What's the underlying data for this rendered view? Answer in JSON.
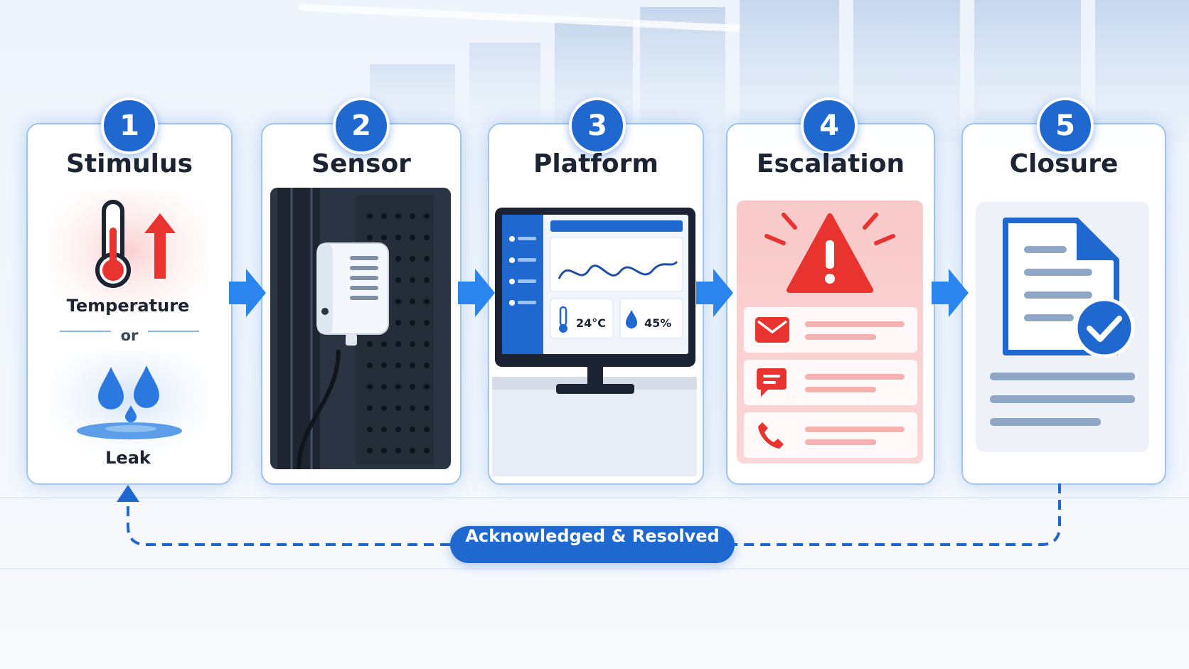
{
  "steps": [
    {
      "number": "1",
      "title": "Stimulus"
    },
    {
      "number": "2",
      "title": "Sensor"
    },
    {
      "number": "3",
      "title": "Platform"
    },
    {
      "number": "4",
      "title": "Escalation"
    },
    {
      "number": "5",
      "title": "Closure"
    }
  ],
  "stimulus": {
    "label_temperature": "Temperature",
    "separator": "or",
    "label_leak": "Leak"
  },
  "platform": {
    "temperature_reading": "24°C",
    "humidity_reading": "45%"
  },
  "loop": {
    "label": "Acknowledged & Resolved"
  },
  "colors": {
    "primary": "#1f68cf",
    "alert": "#e8332f",
    "card_border": "#9ec3ec",
    "text": "#1c2433"
  },
  "icons": [
    "thermometer-icon",
    "up-arrow-icon",
    "droplet-icon",
    "puddle-icon",
    "sensor-device-icon",
    "server-rack-icon",
    "monitor-icon",
    "wave-chart-icon",
    "warning-triangle-icon",
    "email-icon",
    "chat-icon",
    "phone-icon",
    "document-icon",
    "checkmark-icon"
  ]
}
